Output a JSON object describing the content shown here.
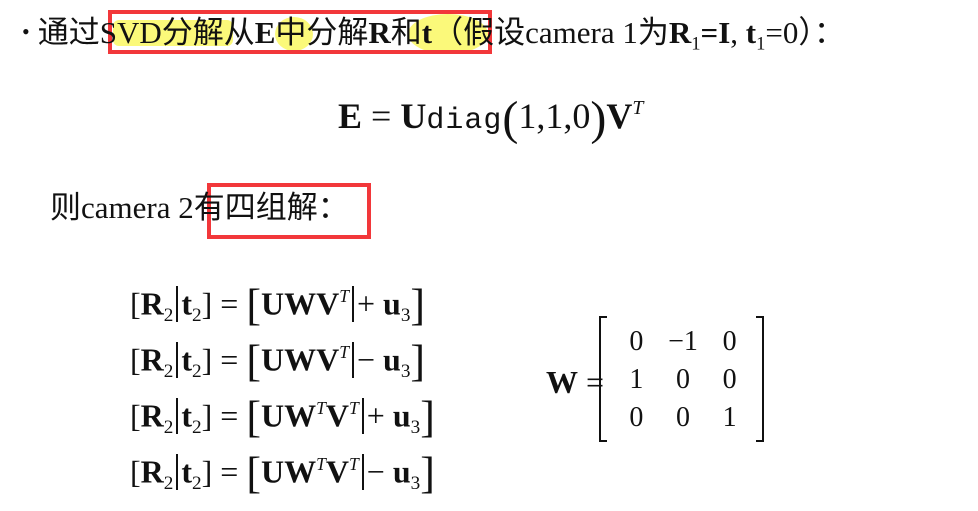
{
  "line1": {
    "bullet": "•",
    "prefix": "通过",
    "highlighted": {
      "svd": "SVD",
      "text1": "分解从",
      "E": "E",
      "text2": "中分解",
      "R": "R",
      "and": "和",
      "t": "t"
    },
    "suffix_open": "（假设camera 1为",
    "R1": "R",
    "R1_sub": "1",
    "eq_I": "=I",
    "comma": ", ",
    "t1": "t",
    "t1_sub": "1",
    "eq_0": "=0）："
  },
  "equation_E": {
    "lhs": "E",
    "eq": " = ",
    "U": "U",
    "diag": "diag",
    "lparen": "(",
    "args": "1,1,0",
    "rparen": ")",
    "V": "V",
    "T": "T"
  },
  "line2": {
    "prefix": "则camera 2",
    "boxed": "有四组解："
  },
  "solutions": [
    {
      "lhs_R": "R",
      "lhs_t": "t",
      "sub": "2",
      "U": "U",
      "W": "W",
      "W_sup": "",
      "V": "V",
      "V_sup": "T",
      "sign": "+",
      "u": "u",
      "u_sub": "3"
    },
    {
      "lhs_R": "R",
      "lhs_t": "t",
      "sub": "2",
      "U": "U",
      "W": "W",
      "W_sup": "",
      "V": "V",
      "V_sup": "T",
      "sign": "−",
      "u": "u",
      "u_sub": "3"
    },
    {
      "lhs_R": "R",
      "lhs_t": "t",
      "sub": "2",
      "U": "U",
      "W": "W",
      "W_sup": "T",
      "V": "V",
      "V_sup": "T",
      "sign": "+",
      "u": "u",
      "u_sub": "3"
    },
    {
      "lhs_R": "R",
      "lhs_t": "t",
      "sub": "2",
      "U": "U",
      "W": "W",
      "W_sup": "T",
      "V": "V",
      "V_sup": "T",
      "sign": "−",
      "u": "u",
      "u_sub": "3"
    }
  ],
  "W_matrix": {
    "label": "W",
    "eq": " =",
    "cells": [
      "0",
      "−1",
      "0",
      "1",
      "0",
      "0",
      "0",
      "0",
      "1"
    ]
  },
  "colors": {
    "highlight_box": "#f2373a",
    "highlight_marker": "#fbf97a"
  }
}
